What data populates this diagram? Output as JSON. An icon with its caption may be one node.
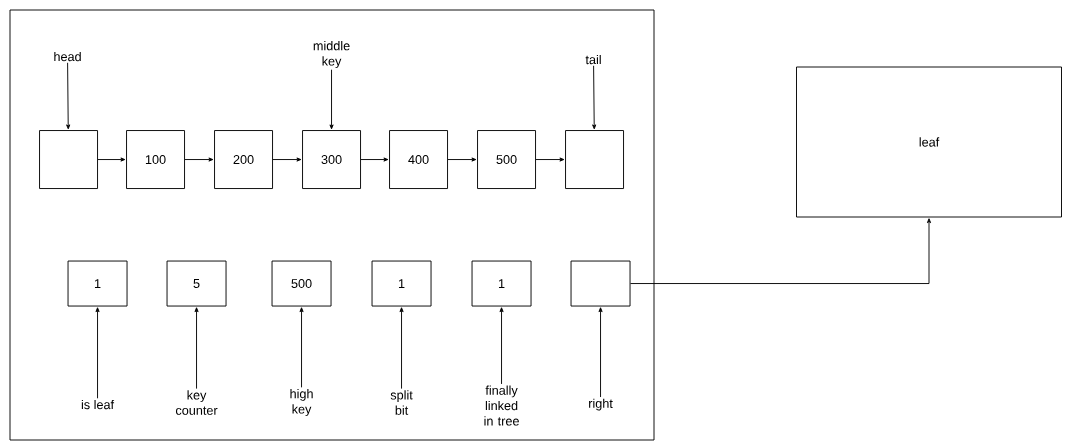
{
  "diagram": {
    "nodes": [
      {
        "text": [],
        "shape": "box"
      },
      {
        "text": [
          "head"
        ],
        "in": 0
      },
      {
        "text": [
          "middle key"
        ],
        "in": 0
      },
      {
        "text": [
          "tail"
        ],
        "in": 0
      },
      {
        "text": [],
        "shape": "box",
        "in": 0
      },
      {
        "text": [
          "100"
        ],
        "in": 0
      },
      {
        "text": [
          "200"
        ],
        "in": 0
      },
      {
        "text": [
          "300"
        ],
        "in": 0
      },
      {
        "text": [
          "400"
        ],
        "in": 0
      },
      {
        "text": [
          "500"
        ],
        "in": 0
      },
      {
        "text": [],
        "shape": "box",
        "in": 0
      },
      {
        "text": [
          "1"
        ],
        "in": 0
      },
      {
        "text": [
          "5"
        ],
        "in": 0
      },
      {
        "text": [
          "500"
        ],
        "in": 0
      },
      {
        "text": [
          "1"
        ],
        "in": 0
      },
      {
        "text": [
          "1"
        ],
        "in": 0
      },
      {
        "text": [],
        "shape": "box",
        "in": 0
      },
      {
        "text": [
          "is leaf"
        ],
        "in": 0
      },
      {
        "text": [
          "key counter"
        ],
        "in": 0
      },
      {
        "text": [
          "high key"
        ],
        "in": 0
      },
      {
        "text": [
          "split bit"
        ],
        "in": 0
      },
      {
        "text": [
          "finally linked in tree"
        ],
        "in": 0
      },
      {
        "text": [
          "right"
        ],
        "in": 0
      },
      {
        "text": [
          "leaf"
        ]
      }
    ],
    "edges": [
      {
        "from": 1,
        "to": 4,
        "arrow": "to"
      },
      {
        "from": 2,
        "to": 7,
        "arrow": "to"
      },
      {
        "from": 3,
        "to": 10,
        "arrow": "to"
      },
      {
        "from": 4,
        "to": 5,
        "arrow": "to"
      },
      {
        "from": 5,
        "to": 6,
        "arrow": "to"
      },
      {
        "from": 6,
        "to": 7,
        "arrow": "to"
      },
      {
        "from": 7,
        "to": 8,
        "arrow": "to"
      },
      {
        "from": 8,
        "to": 9,
        "arrow": "to"
      },
      {
        "from": 9,
        "to": 10,
        "arrow": "to"
      },
      {
        "from": 17,
        "to": 11,
        "arrow": "to"
      },
      {
        "from": 18,
        "to": 12,
        "arrow": "to"
      },
      {
        "from": 19,
        "to": 13,
        "arrow": "to"
      },
      {
        "from": 20,
        "to": 14,
        "arrow": "to"
      },
      {
        "from": 21,
        "to": 15,
        "arrow": "to"
      },
      {
        "from": 22,
        "to": 16,
        "arrow": "to"
      },
      {
        "from": 16,
        "to": 23,
        "arrow": "to"
      }
    ]
  }
}
